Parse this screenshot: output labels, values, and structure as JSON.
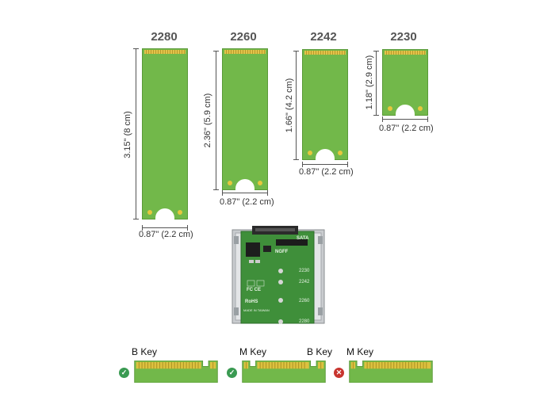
{
  "modules": [
    {
      "name": "2280",
      "length": "3.15\" (8 cm)",
      "width": "0.87\" (2.2 cm)"
    },
    {
      "name": "2260",
      "length": "2.36\" (5.9 cm)",
      "width": "0.87\" (2.2 cm)"
    },
    {
      "name": "2242",
      "length": "1.66\" (4.2 cm)",
      "width": "0.87\" (2.2 cm)"
    },
    {
      "name": "2230",
      "length": "1.18\" (2.9 cm)",
      "width": "0.87\" (2.2 cm)"
    }
  ],
  "adapter": {
    "sata_label": "SATA",
    "ngff_label": "NGFF",
    "slot_labels": [
      "2230",
      "2242",
      "2260",
      "2280"
    ],
    "rohs": "RoHS",
    "made_in": "MADE IN TAIWAN",
    "fcc": "FC CE"
  },
  "keys": [
    {
      "labels": [
        "B Key"
      ],
      "compatible": true,
      "icon": "check-icon"
    },
    {
      "labels": [
        "M Key",
        "B Key"
      ],
      "compatible": true,
      "icon": "check-icon"
    },
    {
      "labels": [
        "M Key"
      ],
      "compatible": false,
      "icon": "cross-icon"
    }
  ],
  "colors": {
    "pcb_green": "#72b84a",
    "gold": "#e2c34a",
    "ok": "#3a9a52",
    "bad": "#c8352f"
  }
}
